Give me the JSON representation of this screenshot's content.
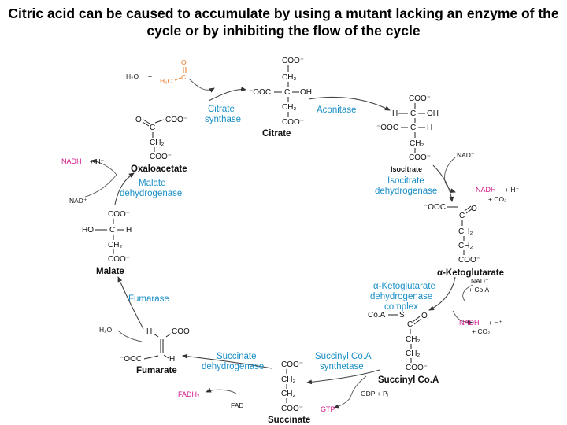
{
  "title_line1": "Citric acid can be caused to accumulate by using a mutant lacking an enzyme of the",
  "title_line2": "cycle or by inhibiting the flow of the cycle",
  "compounds": {
    "citrate": "Citrate",
    "isocitrate": "Isocitrate",
    "alpha_ketoglutarate": "α-Ketoglutarate",
    "succinyl_coa": "Succinyl Co.A",
    "succinate": "Succinate",
    "fumarate": "Fumarate",
    "malate": "Malate",
    "oxaloacetate": "Oxaloacetate"
  },
  "enzymes": {
    "citrate_synthase_1": "Citrate",
    "citrate_synthase_2": "synthase",
    "aconitase": "Aconitase",
    "icdh_1": "Isocitrate",
    "icdh_2": "dehydrogenase",
    "akgdh_1": "α-Ketoglutarate",
    "akgdh_2": "dehydrogenase",
    "akgdh_3": "complex",
    "sucs_1": "Succinyl Co.A",
    "sucs_2": "synthetase",
    "sdh_1": "Succinate",
    "sdh_2": "dehydrogenase",
    "fumarase": "Fumarase",
    "mdh_1": "Malate",
    "mdh_2": "dehydrogenase"
  },
  "cofactors": {
    "h2o_top": "H₂O",
    "plus_top": "+",
    "nad_icdh": "NAD⁺",
    "nadh_icdh": "NADH",
    "h_icdh": "+  H⁺",
    "co2_icdh": "+  CO₂",
    "nad_akg": "NAD⁺",
    "coa_akg": "+  Co.A",
    "nadh_akg": "NADH",
    "h_akg": "+  H⁺",
    "co2_akg": "+  CO₂",
    "gdp_pi": "GDP  +  Pᵢ",
    "gtp": "GTP",
    "fadh2": "FADH₂",
    "fad": "FAD",
    "h2o_fum": "H₂O",
    "nad_mdh": "NAD⁺",
    "nadh_mdh": "NADH",
    "h_mdh": "+  H⁺"
  },
  "colors": {
    "enzyme": "#1a8fc7",
    "cofactor_highlight": "#d1178b",
    "acetyl_group": "#e87722",
    "text": "#111111"
  }
}
